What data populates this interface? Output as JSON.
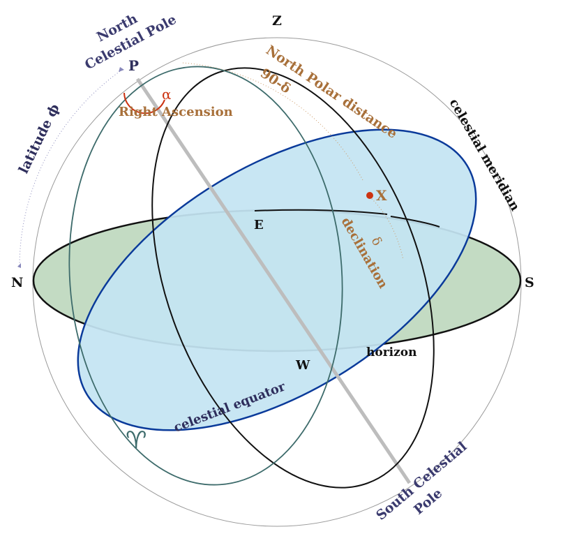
{
  "labels": {
    "zenith": "Z",
    "north": "N",
    "south": "S",
    "east": "E",
    "west": "W",
    "pole_point": "P",
    "star_point": "X",
    "north_celestial_pole_line1": "North",
    "north_celestial_pole_line2": "Celestial Pole",
    "south_celestial_pole_line1": "South Celestial",
    "south_celestial_pole_line2": "Pole",
    "north_polar_distance_line1": "North Polar distance",
    "north_polar_distance_line2": "90-δ",
    "alpha": "α",
    "right_ascension": "Right Ascension",
    "latitude": "latitude ϕ",
    "celestial_meridian": "celestial meridian",
    "delta": "δ",
    "declination": "declination",
    "horizon": "horizon",
    "celestial_equator": "celestial equator",
    "vernal_equinox": "♈"
  },
  "colors": {
    "horizon_fill": "#c3dbc3",
    "equator_fill": "#c4e4f2",
    "equator_stroke": "#0a3a9a",
    "hour_circle_stroke": "#3d6b6b",
    "axis": "#bdbdbd",
    "accent_brown": "#a8703a",
    "accent_red": "#cc3311",
    "navy_text": "#2e2e5c"
  }
}
